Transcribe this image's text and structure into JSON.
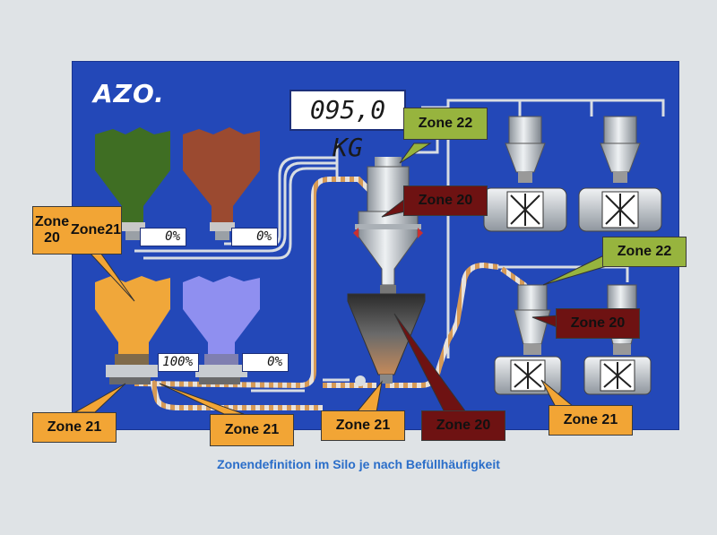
{
  "logo": "AZO.",
  "scale_display": "095,0 KG",
  "silos": [
    {
      "name": "silo-green",
      "fill": "#3f6e23",
      "percent": "0%"
    },
    {
      "name": "silo-brown",
      "fill": "#9b4a30",
      "percent": "0%"
    },
    {
      "name": "silo-orange",
      "fill": "#f0a73a",
      "percent": "100%"
    },
    {
      "name": "silo-lavender",
      "fill": "#8f8ff0",
      "percent": "0%"
    }
  ],
  "zones": {
    "silo_top": {
      "line1": "Zone 20",
      "line2": "Zone21"
    },
    "silo_bottom_left": "Zone 21",
    "pipe_left": "Zone 21",
    "weigh_bottom": "Zone 21",
    "weigh_hopper": "Zone 20",
    "top_filter": "Zone 22",
    "top_vessel": "Zone 20",
    "right_filter": "Zone 22",
    "right_vessel": "Zone 20",
    "right_bottom": "Zone 21"
  },
  "caption": "Zonendefinition im Silo je nach Befüllhäufigkeit",
  "colors": {
    "panel": "#2348b8",
    "zone_orange": "#f2a535",
    "zone_green": "#97b43e",
    "zone_red": "#6e1212",
    "caption": "#2b6ec9"
  }
}
